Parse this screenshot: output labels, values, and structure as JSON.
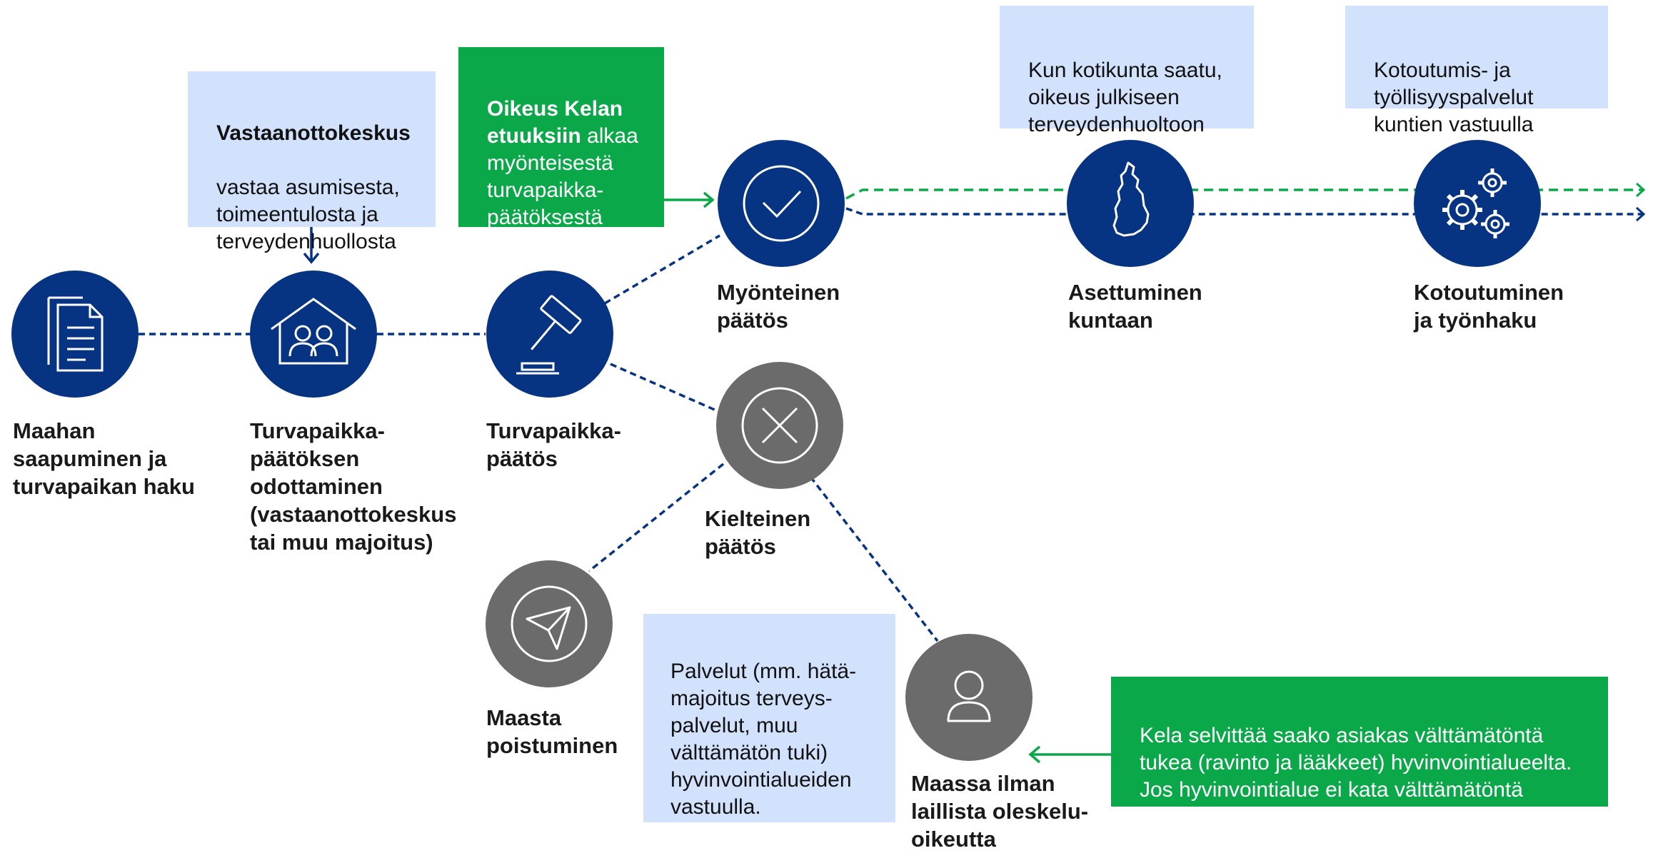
{
  "colors": {
    "node_blue": "#063382",
    "node_gray": "#6b6b6b",
    "connector_dash": "#063382",
    "accent_green": "#0ba84a",
    "info_box": "#d2e2fc"
  },
  "nodes": {
    "arrival": {
      "icon": "document-icon",
      "label": "Maahan\nsaapuminen ja\nturvapaikan haku"
    },
    "waiting": {
      "icon": "house-people-icon",
      "label": "Turvapaikka-\npäätöksen\nodottaminen\n(vastaanottokeskus\ntai muu majoitus)"
    },
    "decision": {
      "icon": "gavel-icon",
      "label": "Turvapaikka-\npäätös"
    },
    "positive": {
      "icon": "checkmark-icon",
      "label": "Myönteinen\npäätös"
    },
    "settling": {
      "icon": "finland-map-icon",
      "label": "Asettuminen\nkuntaan"
    },
    "integration": {
      "icon": "gears-icon",
      "label": "Kotoutuminen\nja työnhaku"
    },
    "negative": {
      "icon": "cross-icon",
      "label": "Kielteinen\npäätös"
    },
    "leaving": {
      "icon": "paper-plane-icon",
      "label": "Maasta\npoistuminen"
    },
    "no_permit": {
      "icon": "person-icon",
      "label": "Maassa ilman\nlaillista oleskelu-\noikeutta"
    }
  },
  "boxes": {
    "reception_center": {
      "bold": "Vastaanottokeskus",
      "text": "vastaa asumisesta,\ntoimeentulosta ja\nterveydenhuollosta"
    },
    "kela_benefits": {
      "bold": "Oikeus Kelan\netuuksiin",
      "text": " alkaa\nmyönteisestä\nturvapaikka-\npäätöksestä"
    },
    "health_care": {
      "text": "Kun kotikunta saatu,\noikeus julkiseen\nterveydenhuoltoon"
    },
    "employment": {
      "text": "Kotoutumis- ja\ntyöllisyyspalvelut\nkuntien vastuulla"
    },
    "services": {
      "text": "Palvelut (mm. hätä-\nmajoitus terveys-\npalvelut, muu\nvälttämätön tuki)\nhyvinvointialueiden\nvastuulla."
    },
    "kela_support": {
      "text": "Kela selvittää saako asiakas välttämätöntä\ntukea (ravinto ja lääkkeet) hyvinvointialueelta.\nJos hyvinvointialue ei kata välttämätöntä\ntukea, se turvataan tarvittaessa Kelasta."
    }
  }
}
